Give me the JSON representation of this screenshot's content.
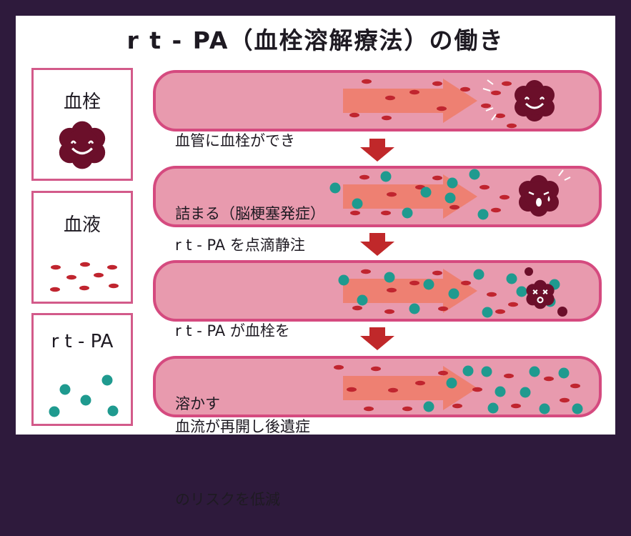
{
  "title": "r t - PA（血栓溶解療法）の働き",
  "legend": {
    "clot_label": "血栓",
    "blood_label": "血液",
    "rtpa_label": "r t - PA"
  },
  "steps": [
    {
      "line1": "血管に血栓ができ",
      "line2": "詰まる（脳梗塞発症）"
    },
    {
      "line1": "r t - PA を点滴静注",
      "line2": ""
    },
    {
      "line1": "r t - PA が血栓を",
      "line2": "溶かす"
    },
    {
      "line1": "血流が再開し後遺症",
      "line2": "のリスクを低減"
    }
  ],
  "colors": {
    "frame": "#2e1a3c",
    "vessel_fill": "#e89aae",
    "vessel_border": "#d54a7f",
    "blood_cell": "#c0252f",
    "rtpa": "#1f9a8f",
    "clot": "#6b0f2a",
    "down_arrow": "#c0282a",
    "flow_arrow": "#f0775e"
  }
}
